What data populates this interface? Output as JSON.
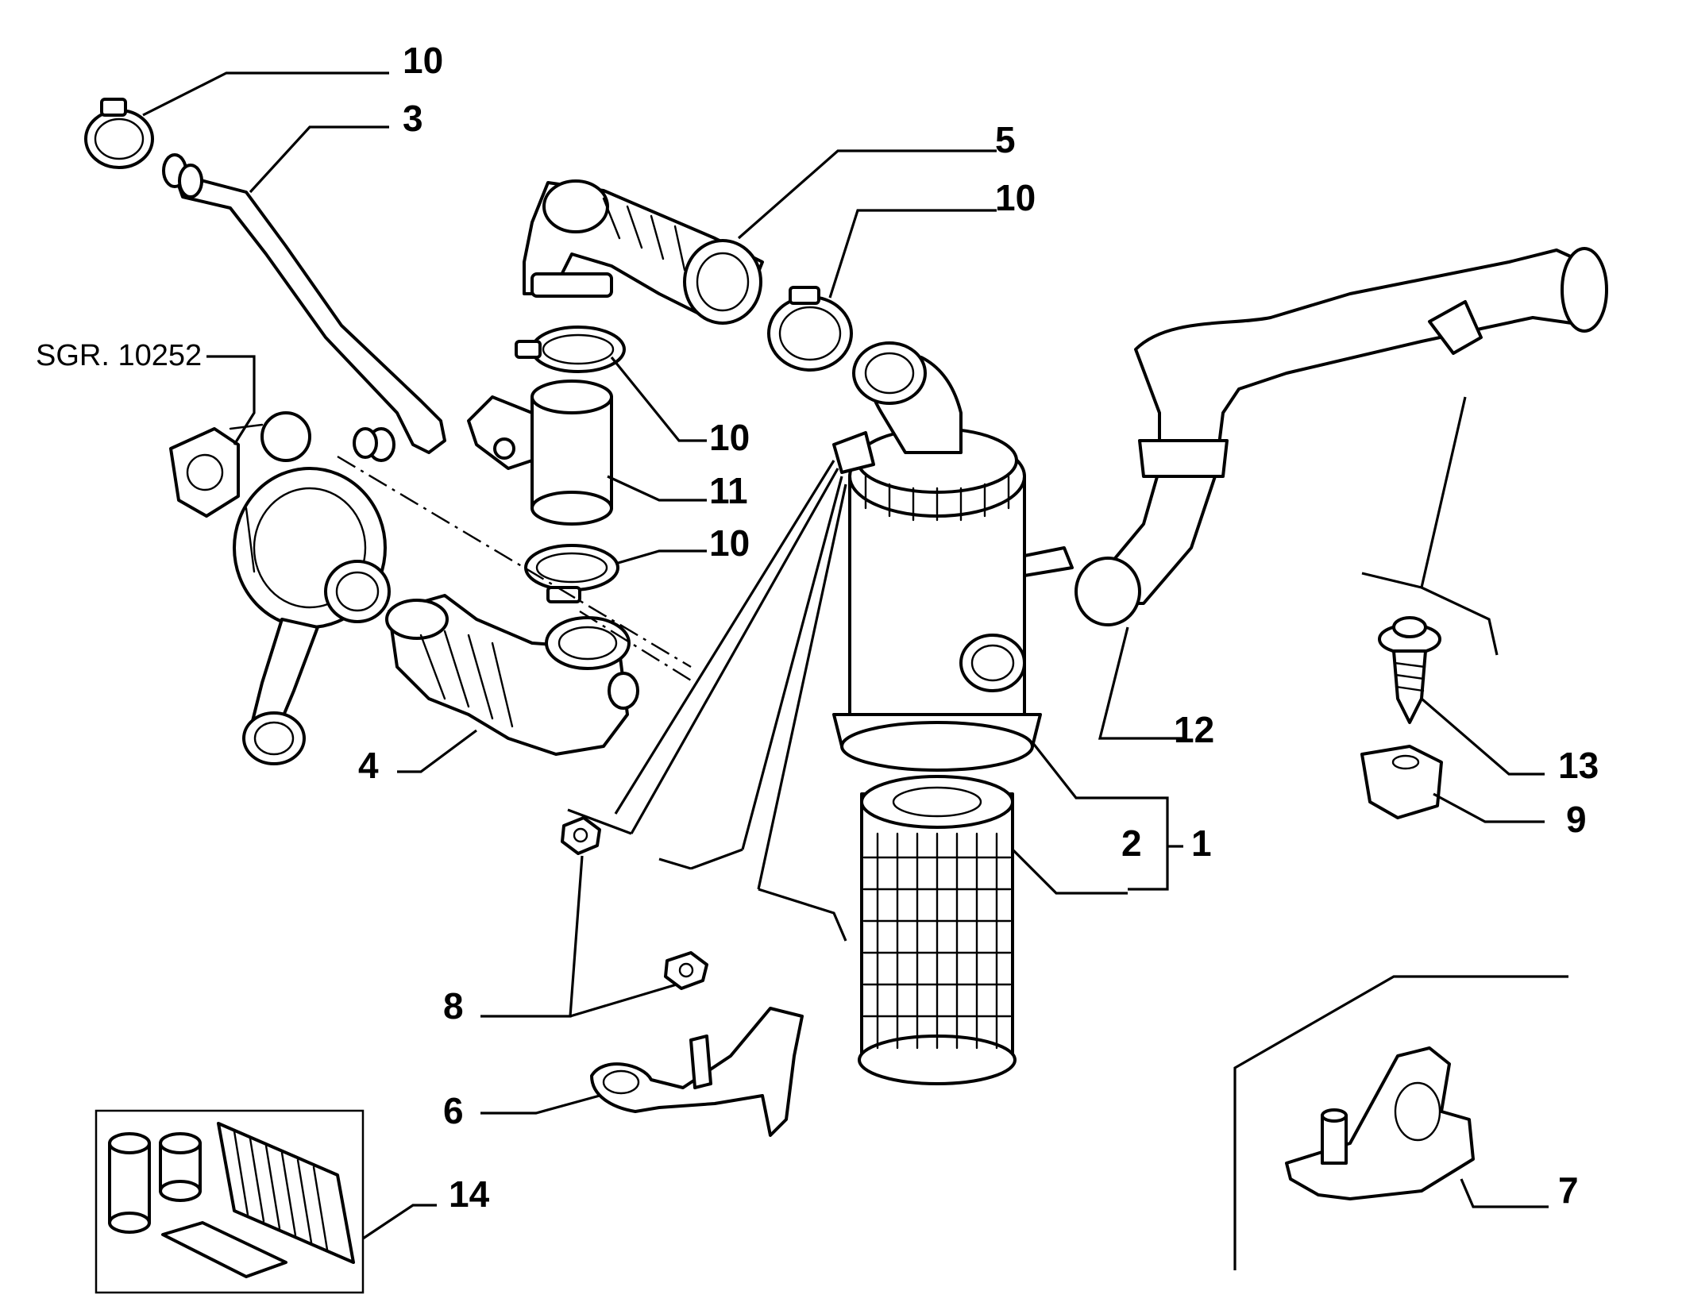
{
  "labels": {
    "p1": "1",
    "p2": "2",
    "p3": "3",
    "p4": "4",
    "p5": "5",
    "p6": "6",
    "p7": "7",
    "p8": "8",
    "p9": "9",
    "p10a": "10",
    "p10b": "10",
    "p10c": "10",
    "p10d": "10",
    "p11": "11",
    "p12": "12",
    "p13": "13",
    "p14": "14"
  },
  "ref": "SGR. 10252",
  "icons": [
    "hose-clamp-icon",
    "air-hose-icon",
    "turbocharger-icon",
    "air-filter-housing-icon",
    "filter-cartridge-icon",
    "intake-duct-icon",
    "bracket-icon",
    "nut-icon",
    "screw-icon",
    "clip-nut-icon",
    "service-kit-icon"
  ]
}
